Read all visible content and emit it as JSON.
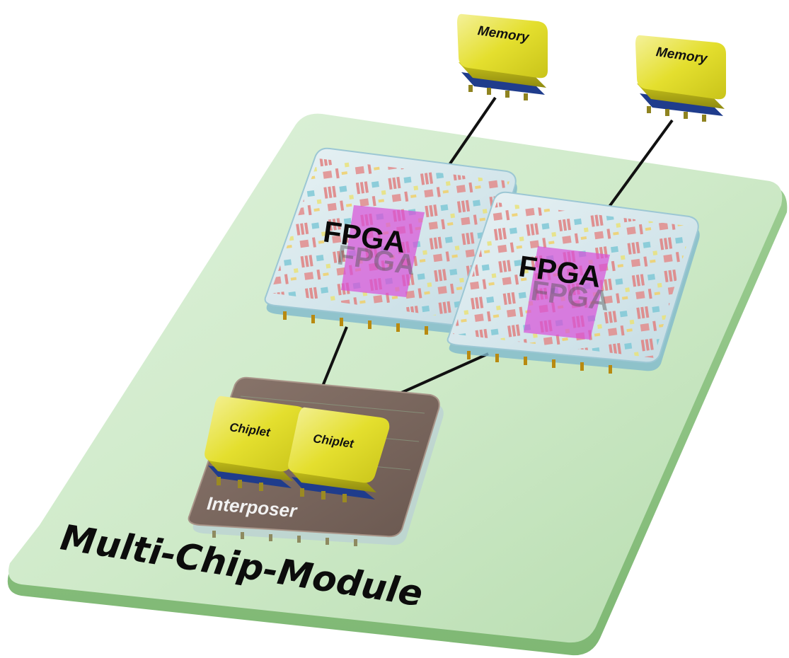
{
  "diagram": {
    "module": {
      "label": "Multi-Chip-Module",
      "color": "#cdebc9"
    },
    "memories": [
      {
        "label": "Memory"
      },
      {
        "label": "Memory"
      }
    ],
    "fpgas": [
      {
        "label": "FPGA"
      },
      {
        "label": "FPGA"
      }
    ],
    "interposer": {
      "label": "Interposer",
      "chiplets": [
        {
          "label": "Chiplet"
        },
        {
          "label": "Chiplet"
        }
      ]
    },
    "colors": {
      "chip_yellow": "#e4e02a",
      "chip_blue": "#1f3c8c",
      "fpga_fill": "#cfe3ea",
      "fpga_red": "#e07a7a",
      "fpga_magenta": "#d63fd6",
      "interposer_brown": "#7a655c",
      "connector": "#111111"
    }
  }
}
